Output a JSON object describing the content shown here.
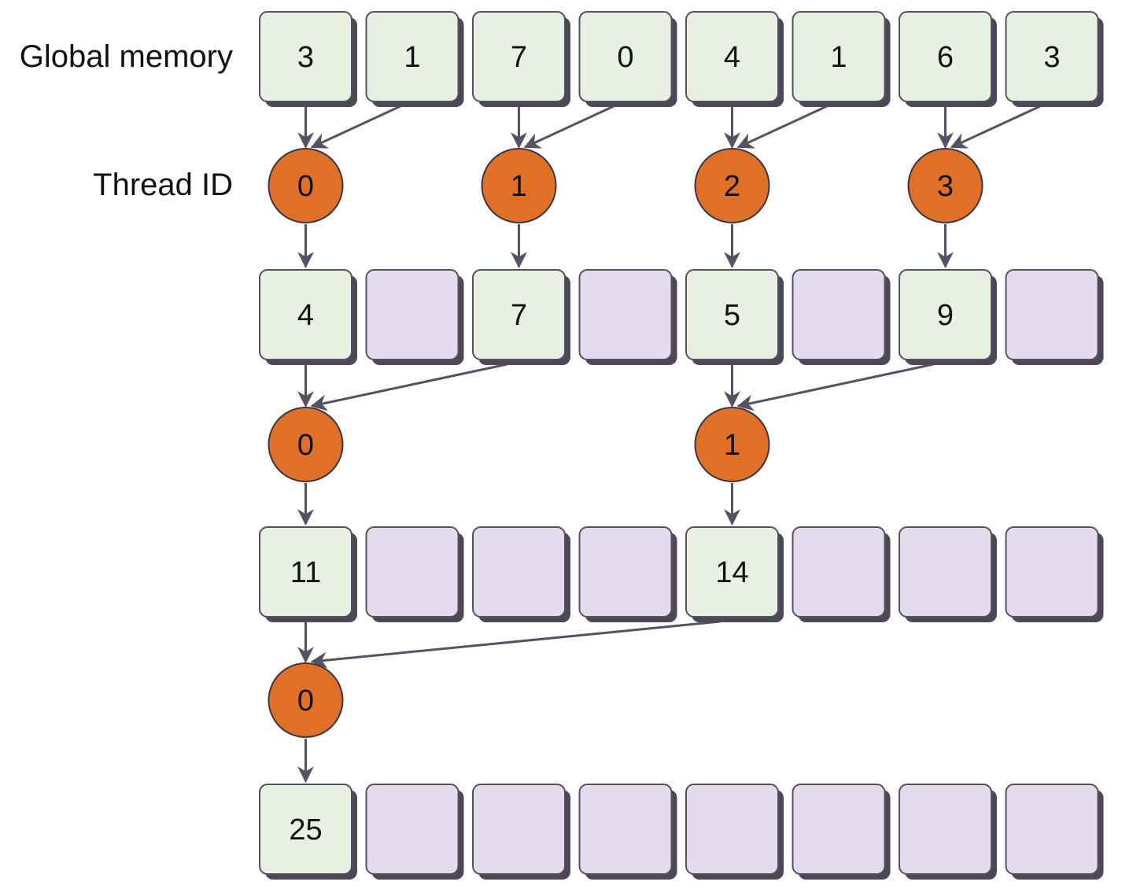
{
  "labels": {
    "global_memory": "Global memory",
    "thread_id": "Thread ID"
  },
  "colors": {
    "active_cell": "#e8f0e1",
    "inactive_cell": "#e4dcec",
    "cell_border": "#555060",
    "cell_shadow": "#4d4757",
    "thread": "#e07028",
    "arrow": "#585164"
  },
  "memory_rows": [
    [
      "3",
      "1",
      "7",
      "0",
      "4",
      "1",
      "6",
      "3"
    ],
    [
      "4",
      "",
      "7",
      "",
      "5",
      "",
      "9",
      ""
    ],
    [
      "11",
      "",
      "",
      "",
      "14",
      "",
      "",
      ""
    ],
    [
      "25",
      "",
      "",
      "",
      "",
      "",
      "",
      ""
    ]
  ],
  "thread_rows": [
    [
      {
        "id": "0",
        "col": 0
      },
      {
        "id": "1",
        "col": 2
      },
      {
        "id": "2",
        "col": 4
      },
      {
        "id": "3",
        "col": 6
      }
    ],
    [
      {
        "id": "0",
        "col": 0
      },
      {
        "id": "1",
        "col": 4
      }
    ],
    [
      {
        "id": "0",
        "col": 0
      }
    ]
  ],
  "reduction_inputs": [
    [
      [
        0,
        1
      ],
      [
        2,
        3
      ],
      [
        4,
        5
      ],
      [
        6,
        7
      ]
    ],
    [
      [
        0,
        2
      ],
      [
        4,
        6
      ]
    ],
    [
      [
        0,
        4
      ]
    ]
  ]
}
